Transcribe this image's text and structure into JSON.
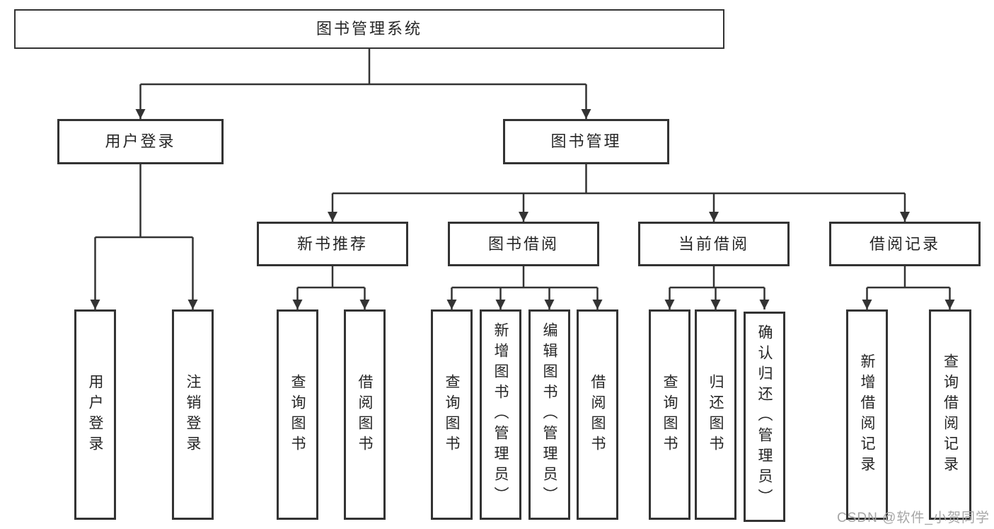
{
  "diagram": {
    "root": {
      "label": "图书管理系统"
    },
    "level2": [
      {
        "label": "用户登录",
        "children": [
          {
            "label": "用户登录"
          },
          {
            "label": "注销登录"
          }
        ]
      },
      {
        "label": "图书管理",
        "children": [
          {
            "label": "新书推荐",
            "children": [
              {
                "label": "查询图书"
              },
              {
                "label": "借阅图书"
              }
            ]
          },
          {
            "label": "图书借阅",
            "children": [
              {
                "label": "查询图书"
              },
              {
                "label": "新增图书（管理员）"
              },
              {
                "label": "编辑图书（管理员）"
              },
              {
                "label": "借阅图书"
              }
            ]
          },
          {
            "label": "当前借阅",
            "children": [
              {
                "label": "查询图书"
              },
              {
                "label": "归还图书"
              },
              {
                "label": "确认归还（管理员）"
              }
            ]
          },
          {
            "label": "借阅记录",
            "children": [
              {
                "label": "新增借阅记录"
              },
              {
                "label": "查询借阅记录"
              }
            ]
          }
        ]
      }
    ]
  },
  "watermark": {
    "text": "CSDN @软件_小贺同学"
  },
  "colors": {
    "line": "#333333",
    "text": "#262626",
    "watermark": "#a6a6a6",
    "background": "#ffffff"
  }
}
